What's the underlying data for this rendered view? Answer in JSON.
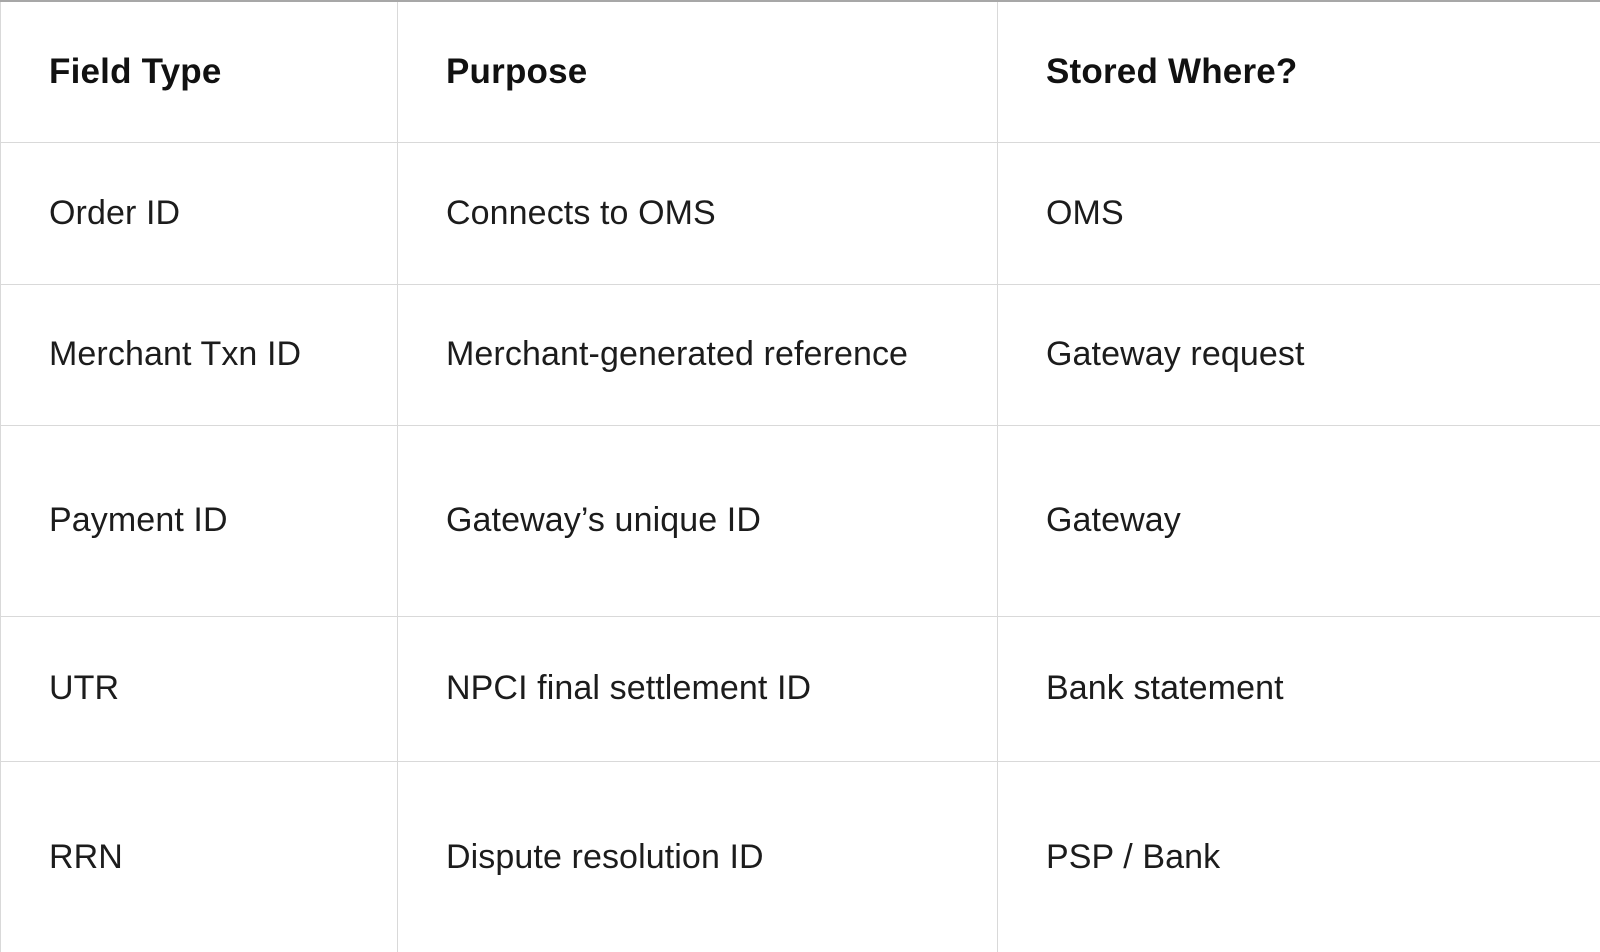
{
  "table": {
    "columns": [
      {
        "label": "Field Type"
      },
      {
        "label": "Purpose"
      },
      {
        "label": "Stored Where?"
      }
    ],
    "rows": [
      {
        "field_type": "Order ID",
        "purpose": "Connects to OMS",
        "stored_where": "OMS"
      },
      {
        "field_type": "Merchant Txn ID",
        "purpose": "Merchant-generated reference",
        "stored_where": "Gateway request"
      },
      {
        "field_type": "Payment ID",
        "purpose": "Gateway’s unique ID",
        "stored_where": "Gateway"
      },
      {
        "field_type": "UTR",
        "purpose": "NPCI final settlement ID",
        "stored_where": "Bank statement"
      },
      {
        "field_type": "RRN",
        "purpose": "Dispute resolution ID",
        "stored_where": "PSP / Bank"
      }
    ],
    "colors": {
      "background": "#ffffff",
      "grid_line": "#d9d9d9",
      "outer_border": "#a7a7a7",
      "text": "#1c1c1c"
    }
  }
}
